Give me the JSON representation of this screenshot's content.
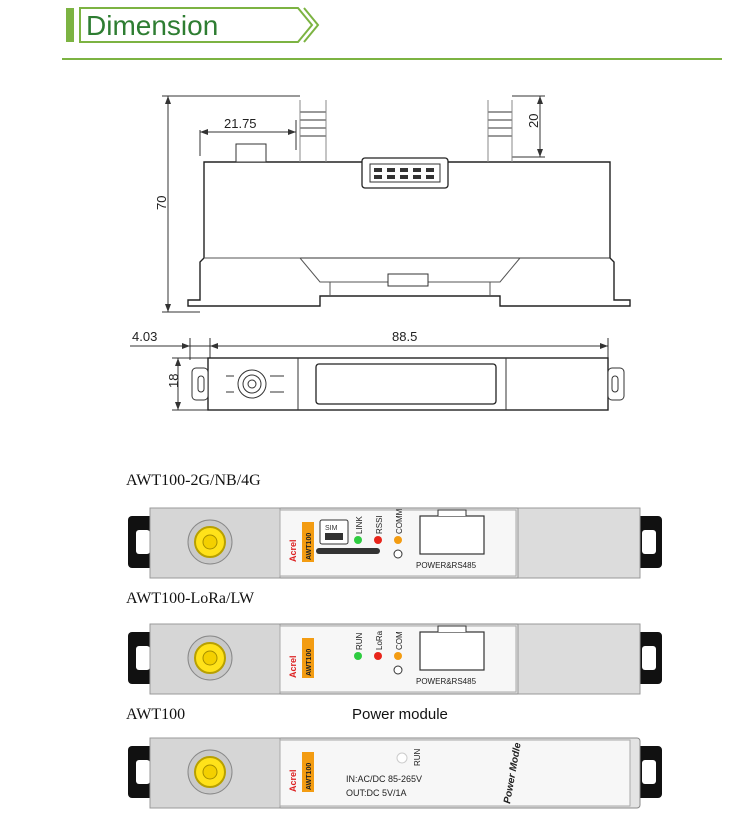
{
  "header": {
    "title": "Dimension",
    "accent_color": "#7cb342"
  },
  "dimensions": {
    "top_width": "21.75",
    "right_height": "20",
    "height": "70",
    "offset": "4.03",
    "length": "88.5",
    "depth": "18"
  },
  "products": [
    {
      "model": "AWT100-2G/NB/4G",
      "brand": "Acrel",
      "badge": "AWT100",
      "sim_label": "SIM",
      "leds": [
        "LINK",
        "RSSI",
        "COMM"
      ],
      "port_label": "POWER&RS485"
    },
    {
      "model": "AWT100-LoRa/LW",
      "brand": "Acrel",
      "badge": "AWT100",
      "leds": [
        "RUN",
        "LoRa",
        "COM"
      ],
      "port_label": "POWER&RS485"
    },
    {
      "model": "AWT100",
      "brand": "Acrel",
      "badge": "AWT100",
      "leds": [
        "RUN"
      ],
      "input_label": "IN:AC/DC 85-265V",
      "output_label": "OUT:DC 5V/1A",
      "module_label": "Power Modle"
    }
  ],
  "power_module_caption": "Power module",
  "led_colors": {
    "green": "#2ecc40",
    "red": "#e8251b",
    "orange": "#f39c12",
    "off": "#ffffff"
  }
}
